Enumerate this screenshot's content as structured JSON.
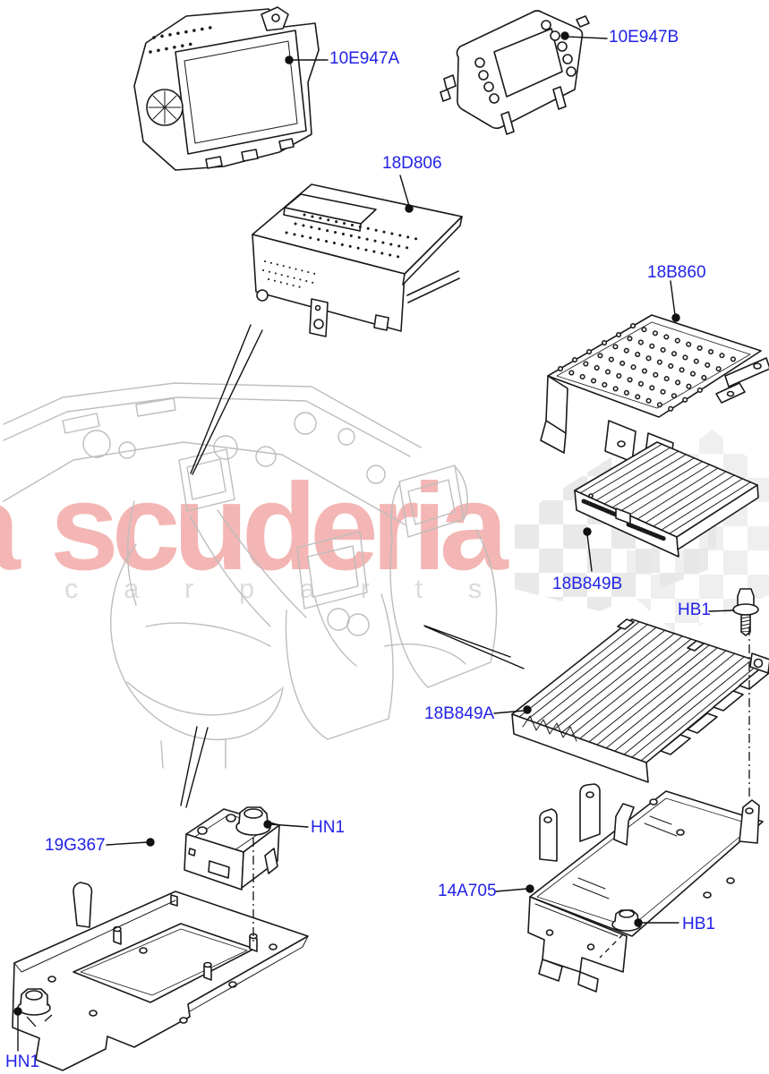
{
  "watermark": {
    "brand": "scuderia",
    "fragment": "a",
    "subtitle": "c a r    p a r t s"
  },
  "colors": {
    "label": "#2222e8",
    "line": "#1a1a1a",
    "interior": "#bdbdbd",
    "wm-brand": "#f3b6b4",
    "wm-sub": "#dcdcdc",
    "checker": "#e7e7e7"
  },
  "labels": {
    "display_a": "10E947A",
    "display_b": "10E947B",
    "head_unit": "18D806",
    "amp_bracket": "18B860",
    "amp_b": "18B849B",
    "bolt_a": "HB1",
    "amp_a": "18B849A",
    "mount_bracket": "14A705",
    "bolt_b": "HB1",
    "module": "19G367",
    "nut_a": "HN1",
    "nut_b": "HN1"
  }
}
